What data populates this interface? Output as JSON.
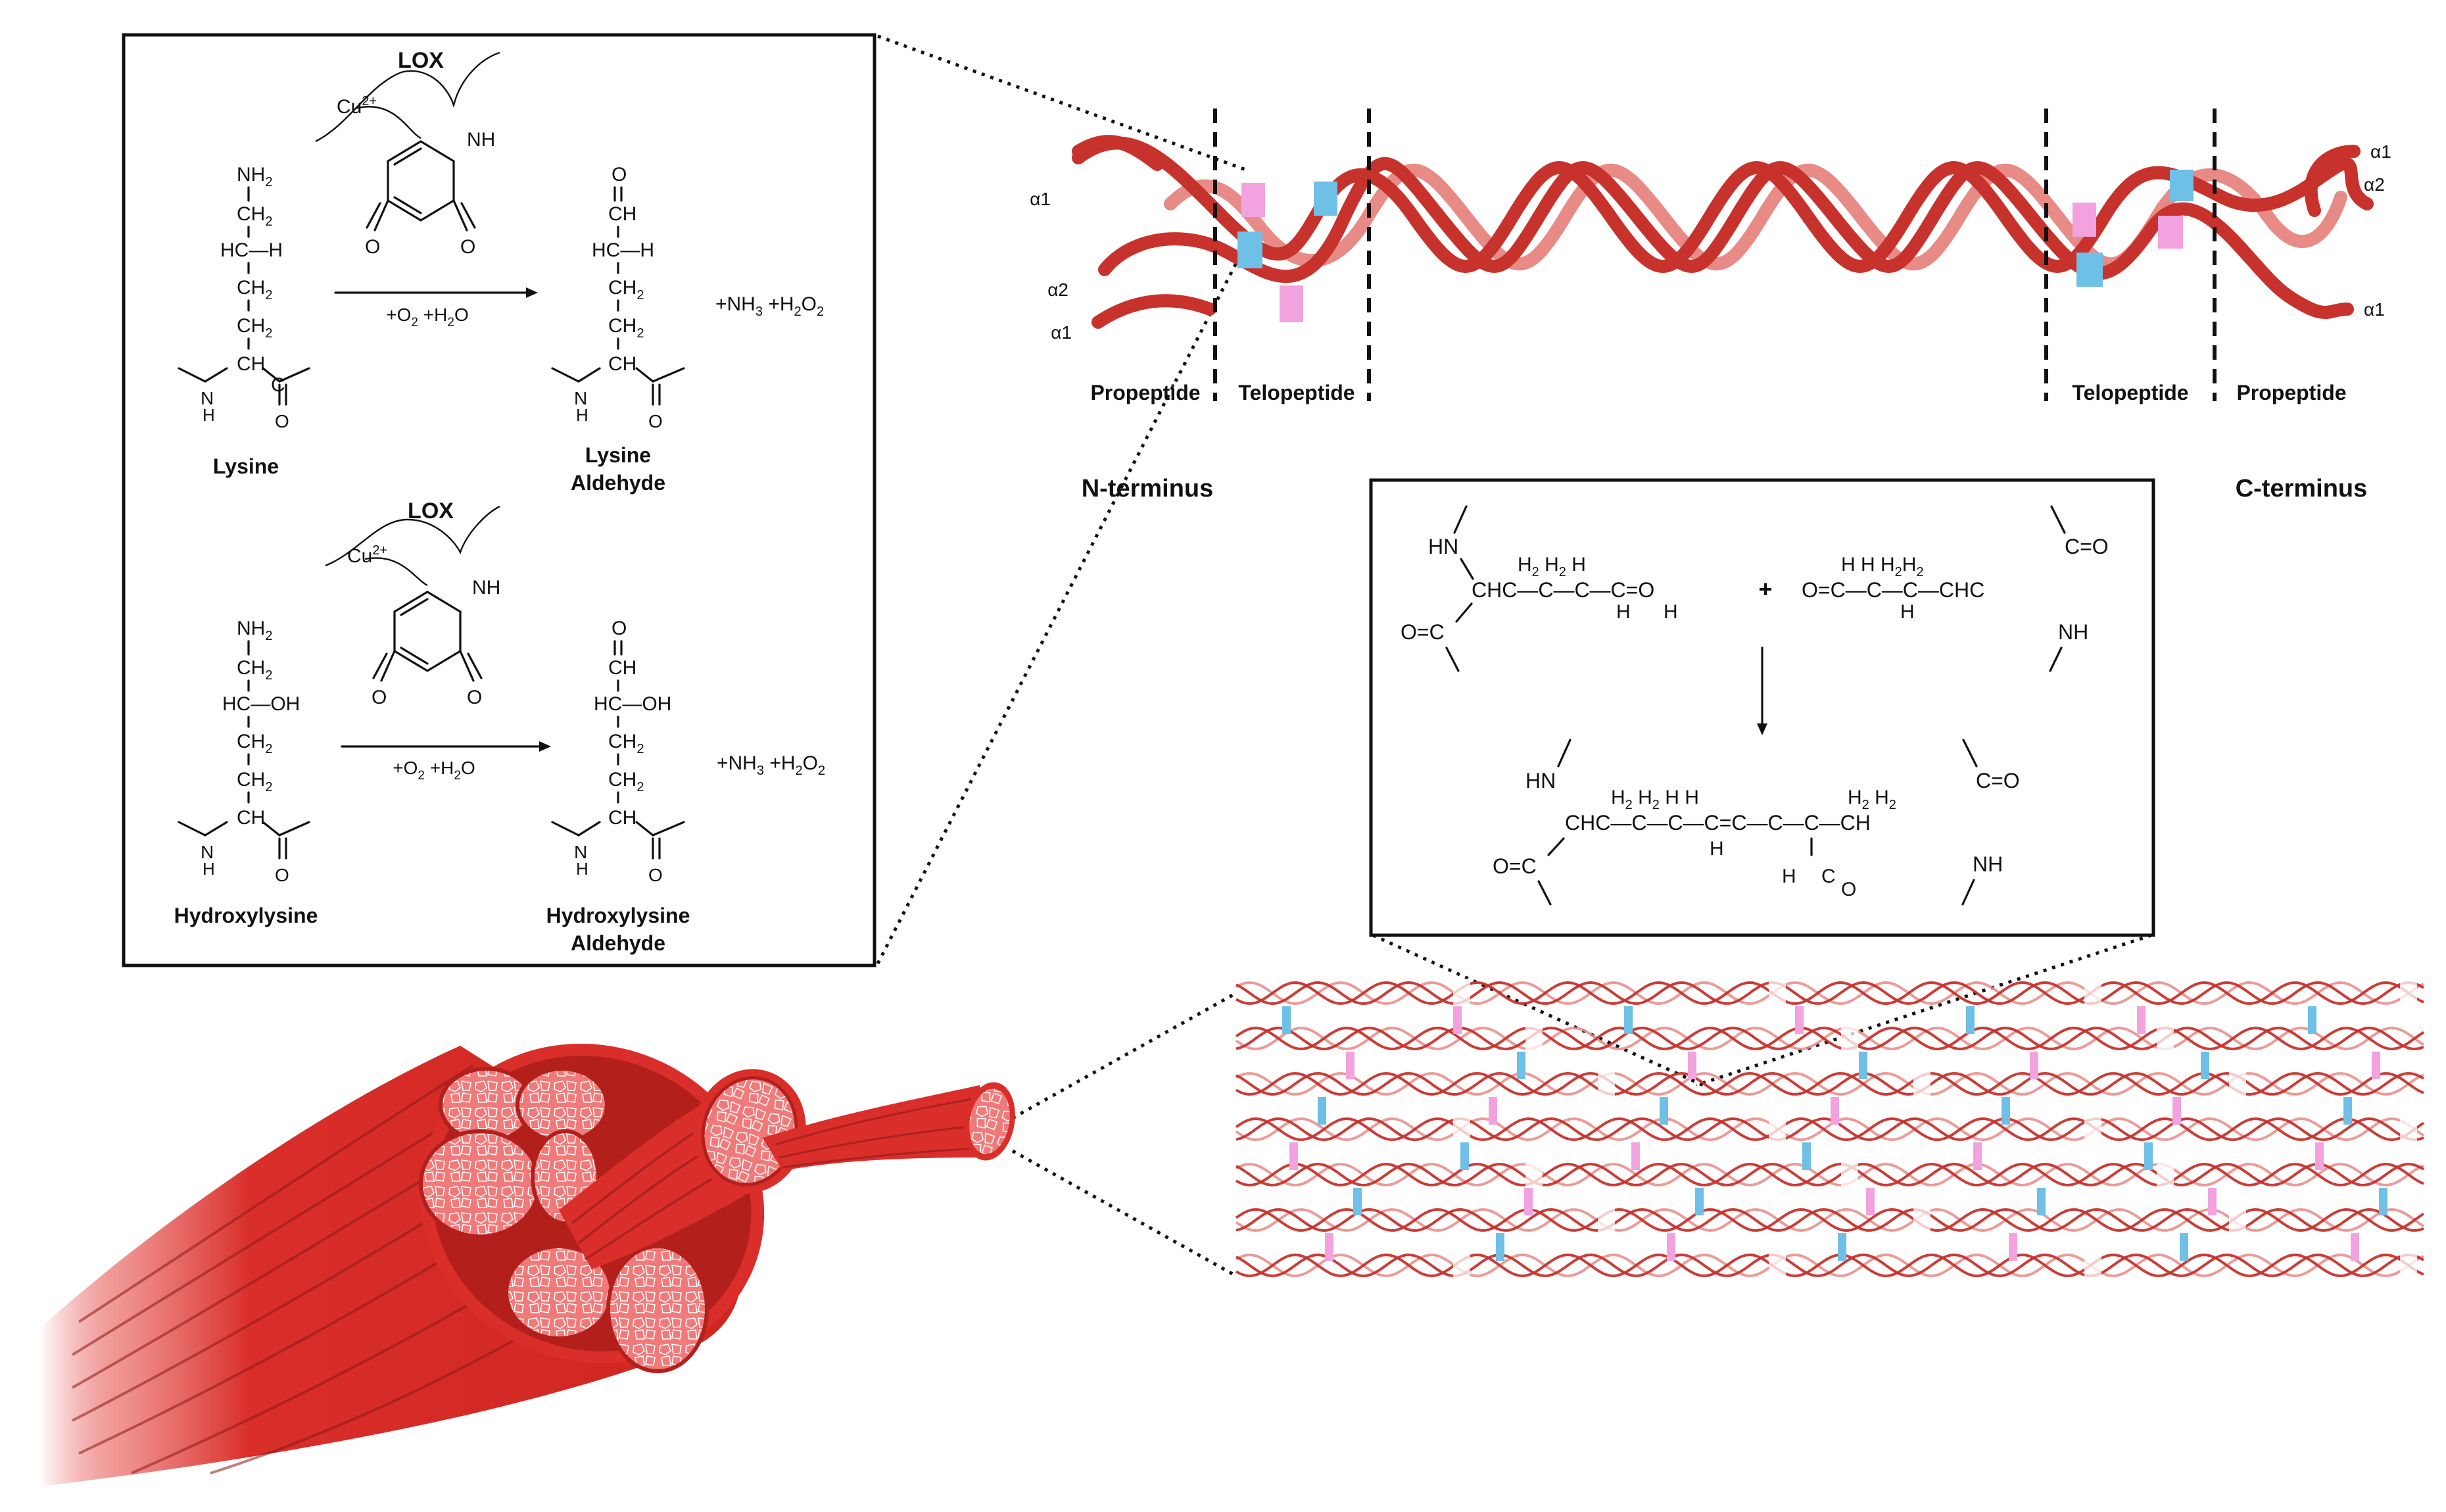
{
  "colors": {
    "strand_dark": "#c8322c",
    "strand_light": "#e88a86",
    "crosslink_pink": "#f2a3df",
    "crosslink_blue": "#6ec0e6",
    "muscle_red": "#d92e2a",
    "muscle_light": "#f07a7a"
  },
  "lox_box": {
    "reaction1": {
      "enzyme": "LOX",
      "cofactor": "Cu2+",
      "conditions": "+O2 +H2O",
      "byproducts": "+NH3 +H2O2",
      "substrate_name": "Lysine",
      "product_name_line1": "Lysine",
      "product_name_line2": "Aldehyde",
      "side_group": "H"
    },
    "reaction2": {
      "enzyme": "LOX",
      "cofactor": "Cu2+",
      "conditions": "+O2 +H2O",
      "byproducts": "+NH3 +H2O2",
      "substrate_name": "Hydroxylysine",
      "product_name_line1": "Hydroxylysine",
      "product_name_line2": "Aldehyde",
      "side_group": "OH"
    }
  },
  "collagen": {
    "chain_labels_left": [
      "α1",
      "α2",
      "α1"
    ],
    "chain_labels_right": [
      "α1",
      "α2",
      "α1"
    ],
    "region_labels": [
      "Propeptide",
      "Telopeptide",
      "Telopeptide",
      "Propeptide"
    ],
    "n_terminus": "N-terminus",
    "c_terminus": "C-terminus"
  },
  "crosslink_box": {
    "plus": "+",
    "description": "Aldol condensation of two aldehyde side chains forming a crosslink"
  },
  "icons": [
    "muscle-fiber-icon",
    "collagen-fibril-array-icon",
    "lox-enzyme-icon"
  ]
}
